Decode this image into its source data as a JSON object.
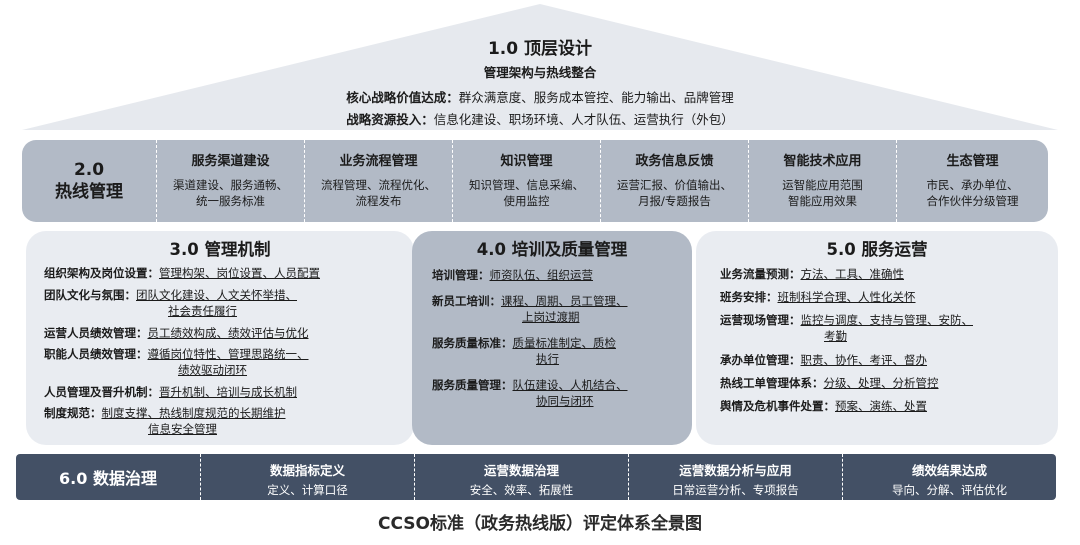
{
  "roof": {
    "title": "1.0 顶层设计",
    "subtitle": "管理架构与热线整合",
    "line1_key": "核心战略价值达成：",
    "line1_val": "群众满意度、服务成本管控、能力输出、品牌管理",
    "line2_key": "战略资源投入：",
    "line2_val": "信息化建设、职场环境、人才队伍、运营执行（外包）"
  },
  "layer2": {
    "lead_num": "2.0",
    "lead_title": "热线管理",
    "columns": [
      {
        "title": "服务渠道建设",
        "line1": "渠道建设、服务通畅、",
        "line2": "统一服务标准"
      },
      {
        "title": "业务流程管理",
        "line1": "流程管理、流程优化、",
        "line2": "流程发布"
      },
      {
        "title": "知识管理",
        "line1": "知识管理、信息采编、",
        "line2": "使用监控"
      },
      {
        "title": "政务信息反馈",
        "line1": "运营汇报、价值输出、",
        "line2": "月报/专题报告"
      },
      {
        "title": "智能技术应用",
        "line1": "运智能应用范围",
        "line2": "智能应用效果"
      },
      {
        "title": "生态管理",
        "line1": "市民、承办单位、",
        "line2": "合作伙伴分级管理"
      }
    ]
  },
  "panel3": {
    "title": "3.0 管理机制",
    "items": [
      {
        "key": "组织架构及岗位设置：",
        "val": "管理构架、岗位设置、人员配置",
        "val2": ""
      },
      {
        "key": "团队文化与氛围：",
        "val": "团队文化建设、人文关怀举措、",
        "val2": "社会责任履行"
      },
      {
        "key": "运营人员绩效管理：",
        "val": "员工绩效构成、绩效评估与优化",
        "val2": ""
      },
      {
        "key": "职能人员绩效管理：",
        "val": "遵循岗位特性、管理思路统一、",
        "val2": "绩效驱动闭环"
      },
      {
        "key": "人员管理及晋升机制：",
        "val": "晋升机制、培训与成长机制",
        "val2": ""
      },
      {
        "key": "制度规范：",
        "val": "制度支撑、热线制度规范的长期维护",
        "val2": "信息安全管理"
      }
    ]
  },
  "panel4": {
    "title": "4.0 培训及质量管理",
    "items": [
      {
        "key": "培训管理：",
        "val": "师资队伍、组织运营",
        "val2": ""
      },
      {
        "key": "新员工培训：",
        "val": "课程、周期、员工管理、",
        "val2": "上岗过渡期"
      },
      {
        "key": "服务质量标准：",
        "val": "质量标准制定、质检",
        "val2": "执行"
      },
      {
        "key": "服务质量管理：",
        "val": "队伍建设、人机结合、",
        "val2": "协同与闭环"
      }
    ]
  },
  "panel5": {
    "title": "5.0 服务运营",
    "items": [
      {
        "key": "业务流量预测：",
        "val": "方法、工具、准确性",
        "val2": ""
      },
      {
        "key": "班务安排：",
        "val": "班制科学合理、人性化关怀",
        "val2": ""
      },
      {
        "key": "运营现场管理：",
        "val": "监控与调度、支持与管理、安防、",
        "val2": "考勤"
      },
      {
        "key": "承办单位管理：",
        "val": "职责、协作、考评、督办",
        "val2": ""
      },
      {
        "key": "热线工单管理体系：",
        "val": "分级、处理、分析管控",
        "val2": ""
      },
      {
        "key": "舆情及危机事件处置：",
        "val": "预案、演练、处置",
        "val2": ""
      }
    ]
  },
  "layer6": {
    "lead": "6.0 数据治理",
    "columns": [
      {
        "title": "数据指标定义",
        "desc": "定义、计算口径"
      },
      {
        "title": "运营数据治理",
        "desc": "安全、效率、拓展性"
      },
      {
        "title": "运营数据分析与应用",
        "desc": "日常运营分析、专项报告"
      },
      {
        "title": "绩效结果达成",
        "desc": "导向、分解、评估优化"
      }
    ]
  },
  "caption": "CCSO标准（政务热线版）评定体系全景图",
  "colors": {
    "band": "#b2bac6",
    "panel_light": "#e9ecf1",
    "band_dark": "#435065",
    "roof": "#e6e9ee"
  }
}
